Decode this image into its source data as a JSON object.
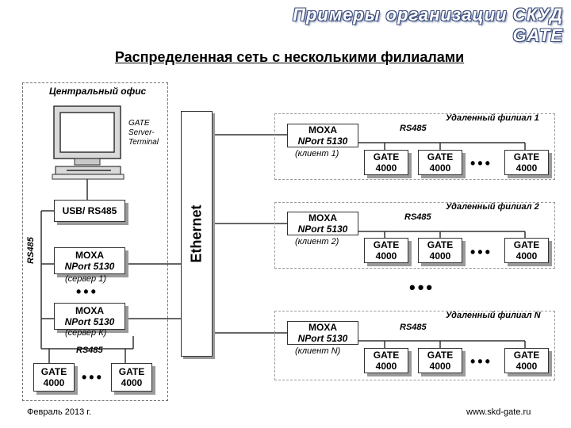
{
  "header": {
    "title": "Примеры организации СКУД GATE",
    "subtitle": "Распределенная сеть с несколькими филиалами"
  },
  "central": {
    "label": "Центральный офис",
    "server_label": "GATE Server-Terminal",
    "converter": "USB/ RS485",
    "rs485_vertical": "RS485",
    "moxa1_line1": "MOXA",
    "moxa1_line2": "NPort 5130",
    "moxa1_role": "(сервер 1)",
    "moxaK_line1": "MOXA",
    "moxaK_line2": "NPort 5130",
    "moxaK_role": "(сервер К)",
    "rs485_bus": "RS485",
    "gate1_line1": "GATE",
    "gate1_line2": "4000",
    "gate2_line1": "GATE",
    "gate2_line2": "4000",
    "dots_mid": "•••",
    "dots_bottom": "•••"
  },
  "ethernet": {
    "label": "Ethernet"
  },
  "branches": [
    {
      "label": "Удаленный филиал 1",
      "moxa_line1": "MOXA",
      "moxa_line2": "NPort 5130",
      "client": "(клиент 1)",
      "rs485": "RS485",
      "gates": [
        {
          "line1": "GATE",
          "line2": "4000"
        },
        {
          "line1": "GATE",
          "line2": "4000"
        },
        {
          "line1": "GATE",
          "line2": "4000"
        }
      ],
      "dots": "•••"
    },
    {
      "label": "Удаленный филиал 2",
      "moxa_line1": "MOXA",
      "moxa_line2": "NPort 5130",
      "client": "(клиент 2)",
      "rs485": "RS485",
      "gates": [
        {
          "line1": "GATE",
          "line2": "4000"
        },
        {
          "line1": "GATE",
          "line2": "4000"
        },
        {
          "line1": "GATE",
          "line2": "4000"
        }
      ],
      "dots": "•••"
    },
    {
      "label": "Удаленный филиал N",
      "moxa_line1": "MOXA",
      "moxa_line2": "NPort 5130",
      "client": "(клиент N)",
      "rs485": "RS485",
      "gates": [
        {
          "line1": "GATE",
          "line2": "4000"
        },
        {
          "line1": "GATE",
          "line2": "4000"
        },
        {
          "line1": "GATE",
          "line2": "4000"
        }
      ],
      "dots": "•••"
    }
  ],
  "branches_dots": "•••",
  "footer": {
    "date": "Февраль 2013 г.",
    "url": "www.skd-gate.ru"
  }
}
